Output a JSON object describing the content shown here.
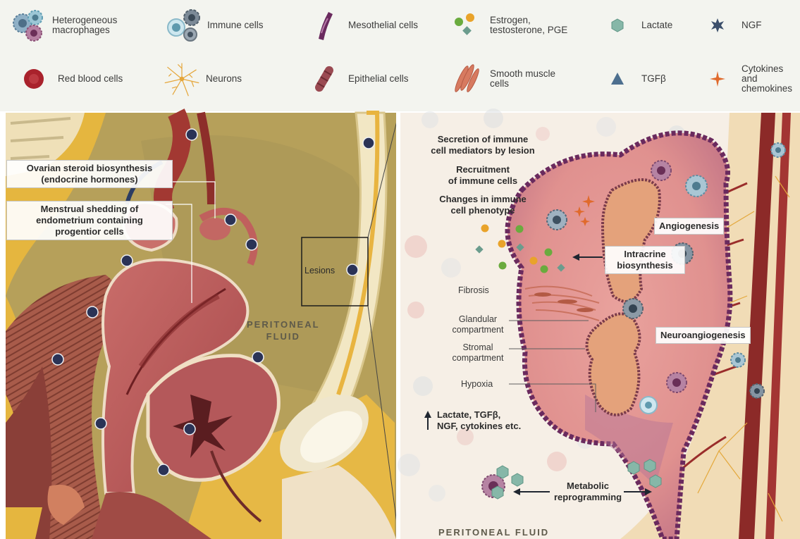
{
  "legend": {
    "macrophages": "Heterogeneous\nmacrophages",
    "immune": "Immune cells",
    "mesothelial": "Mesothelial cells",
    "hormones": "Estrogen,\ntestosterone, PGE",
    "lactate": "Lactate",
    "ngf": "NGF",
    "rbc": "Red blood cells",
    "neurons": "Neurons",
    "epithelial": "Epithelial cells",
    "smooth_muscle": "Smooth muscle\ncells",
    "tgfb": "TGFβ",
    "cytokines": "Cytokines and\nchemokines"
  },
  "left": {
    "ovarian": "Ovarian steroid biosynthesis\n(endocrine hormones)",
    "menstrual": "Menstrual shedding of\nendometrium containing\nprogentior cells",
    "lesions": "Lesions",
    "peritoneal": "PERITONEAL\nFLUID"
  },
  "right": {
    "secretion": "Secretion of immune\ncell mediators by lesion",
    "recruitment": "Recruitment\nof immune cells",
    "changes": "Changes in immune\ncell phenotype",
    "angiogenesis": "Angiogenesis",
    "intracrine": "Intracrine\nbiosynthesis",
    "fibrosis": "Fibrosis",
    "glandular": "Glandular\ncompartment",
    "stromal": "Stromal\ncompartment",
    "hypoxia": "Hypoxia",
    "neuroangiogenesis": "Neuroangiogenesis",
    "factors": "Lactate, TGFβ,\nNGF, cytokines etc.",
    "metabolic": "Metabolic\nreprogramming",
    "peritoneal": "PERITONEAL FLUID"
  }
}
